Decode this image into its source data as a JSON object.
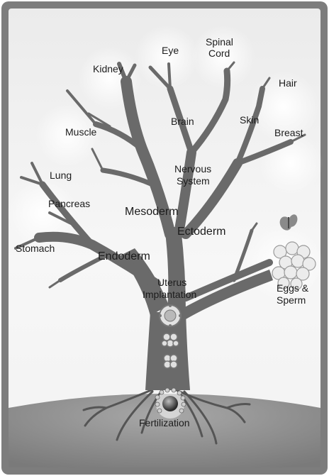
{
  "diagram": {
    "labels": {
      "eye": "Eye",
      "spinal_cord_1": "Spinal",
      "spinal_cord_2": "Cord",
      "kidney": "Kidney",
      "hair": "Hair",
      "brain": "Brain",
      "skin": "Skin",
      "muscle": "Muscle",
      "breast": "Breast",
      "nervous_system_1": "Nervous",
      "nervous_system_2": "System",
      "lung": "Lung",
      "pancreas": "Pancreas",
      "mesoderm": "Mesoderm",
      "ectoderm": "Ectoderm",
      "stomach": "Stomach",
      "endoderm": "Endoderm",
      "uterus_implantation_1": "Uterus",
      "uterus_implantation_2": "Implantation",
      "eggs_sperm_1": "Eggs &",
      "eggs_sperm_2": "Sperm",
      "fertilization": "Fertilization"
    },
    "icons": [
      "blastocyst-icon",
      "morula-icon",
      "four-cell-icon",
      "fertilized-egg-icon",
      "butterfly-icon",
      "egg-cluster-icon"
    ],
    "colors": {
      "frame": "#7d7d7d",
      "sky_top": "#eeeeee",
      "ground": "#8f8f8f",
      "tree": "#6a6a6a"
    }
  }
}
